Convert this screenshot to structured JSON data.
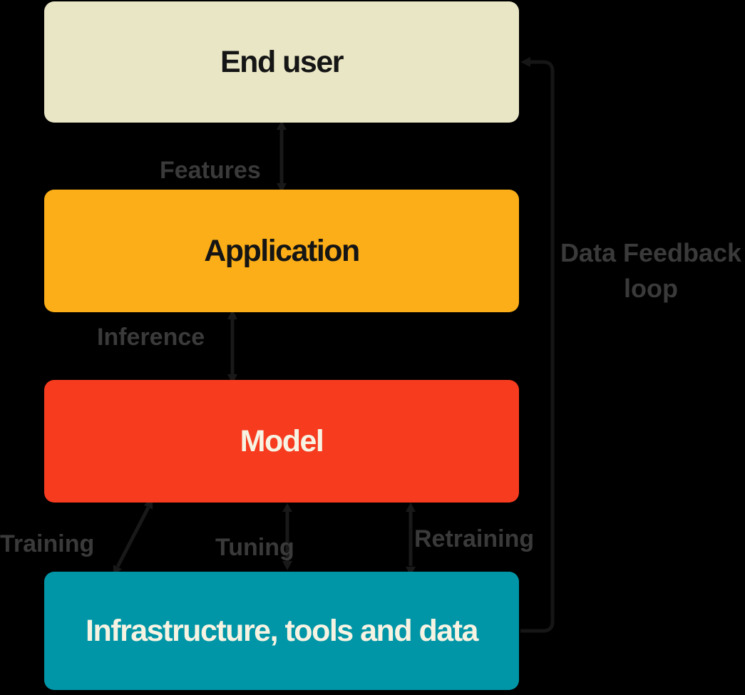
{
  "background_color": "#000000",
  "boxes": [
    {
      "id": "end-user",
      "label": "End user",
      "color": "#E9E6C5",
      "text_color": "#151515"
    },
    {
      "id": "application",
      "label": "Application",
      "color": "#FBAE17",
      "text_color": "#151515"
    },
    {
      "id": "model",
      "label": "Model",
      "color": "#F63B1F",
      "text_color": "#F6F3E3"
    },
    {
      "id": "infrastructure",
      "label": "Infrastructure, tools and data",
      "color": "#0096A7",
      "text_color": "#F6F3E3"
    }
  ],
  "edge_labels": {
    "features": "Features",
    "inference": "Inference",
    "training": "Training",
    "tuning": "Tuning",
    "retraining": "Retraining",
    "feedback": "Data Feedback loop"
  },
  "label_color": "#3A3A3A",
  "arrow_color": "#191919",
  "feedback_arrow_color": "#161616"
}
